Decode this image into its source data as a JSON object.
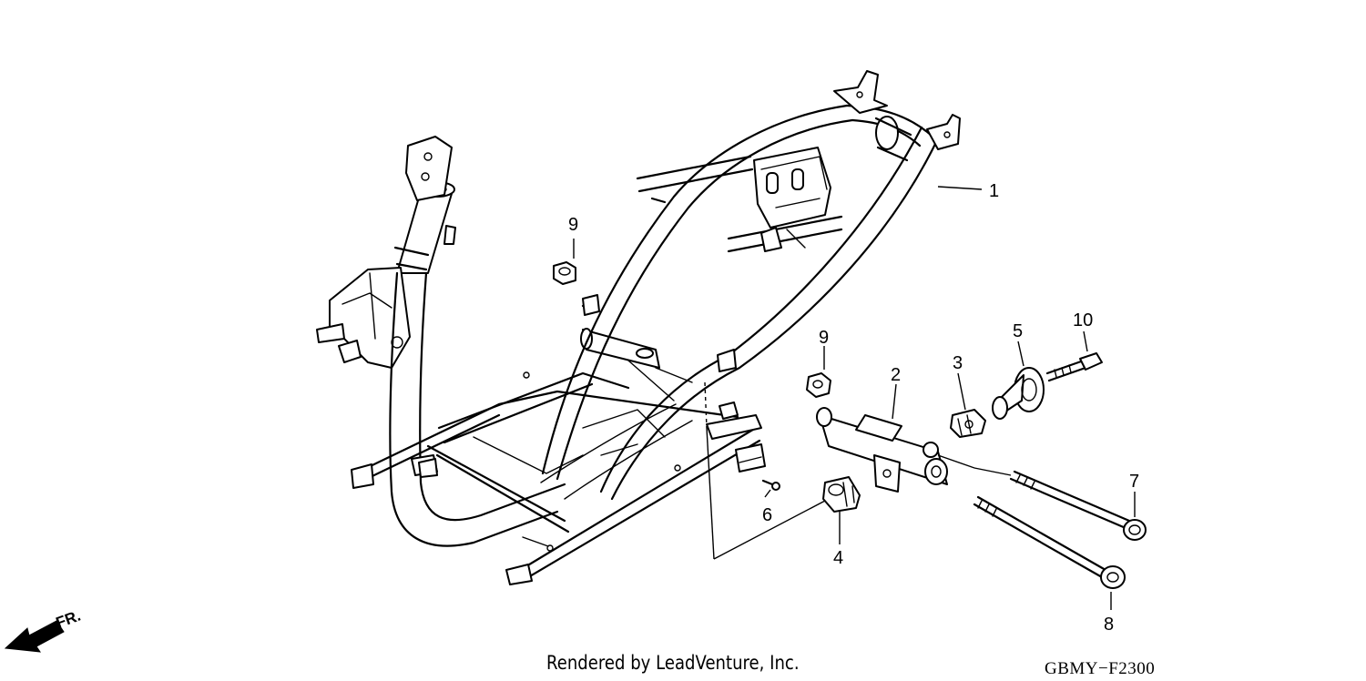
{
  "diagram": {
    "callouts": {
      "c1": "1",
      "c2": "2",
      "c3": "3",
      "c4": "4",
      "c5": "5",
      "c6": "6",
      "c7": "7",
      "c8": "8",
      "c9a": "9",
      "c9b": "9",
      "c10": "10"
    },
    "direction_label": "FR.",
    "direction_icon": "front-direction-arrow-icon"
  },
  "footer": {
    "credit": "Rendered by LeadVenture, Inc.",
    "diagram_code": "GBMY−F2300"
  }
}
